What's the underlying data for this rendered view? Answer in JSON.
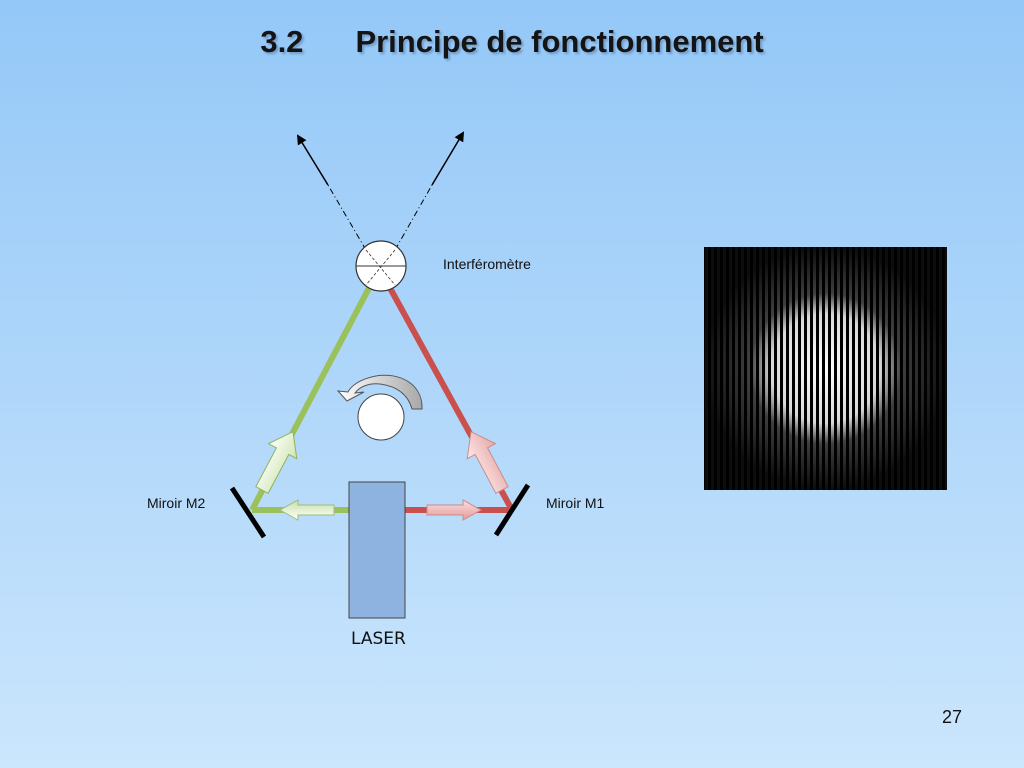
{
  "slide": {
    "section_number": "3.2",
    "title": "Principe de fonctionnement",
    "page_number": "27"
  },
  "diagram": {
    "interferometer_label": "Interféromètre",
    "mirror_m1_label": "Miroir M1",
    "mirror_m2_label": "Miroir M2",
    "laser_label": "LASER"
  },
  "colors": {
    "green_beam": "#9bc25a",
    "red_beam": "#c9504d",
    "laser_body": "#8eb3e0",
    "mirror": "#000000"
  },
  "fringe_image": {
    "description_icon": "interference-fringe-pattern"
  }
}
